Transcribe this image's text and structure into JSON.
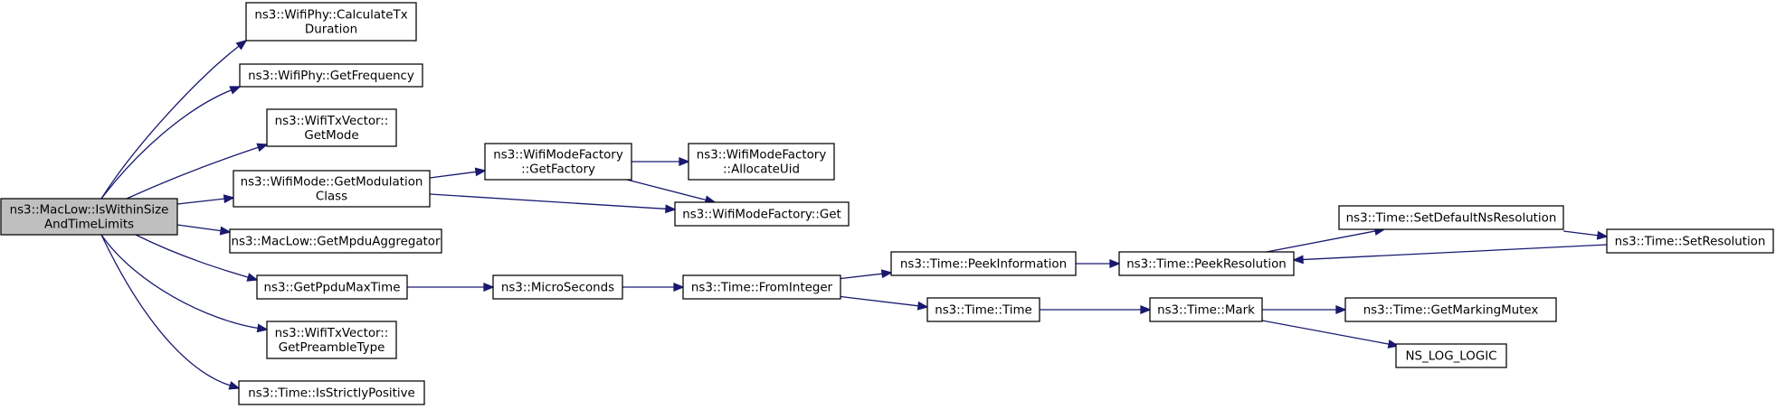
{
  "nodes": {
    "root": [
      "ns3::MacLow::IsWithinSize",
      "AndTimeLimits"
    ],
    "calc_tx": [
      "ns3::WifiPhy::CalculateTx",
      "Duration"
    ],
    "get_freq": [
      "ns3::WifiPhy::GetFrequency"
    ],
    "get_mode": [
      "ns3::WifiTxVector::",
      "GetMode"
    ],
    "get_mod_class": [
      "ns3::WifiMode::GetModulation",
      "Class"
    ],
    "get_mpdu_agg": [
      "ns3::MacLow::GetMpduAggregator"
    ],
    "get_ppdu_max": [
      "ns3::GetPpduMaxTime"
    ],
    "get_preamble": [
      "ns3::WifiTxVector::",
      "GetPreambleType"
    ],
    "strictly_pos": [
      "ns3::Time::IsStrictlyPositive"
    ],
    "get_factory": [
      "ns3::WifiModeFactory",
      "::GetFactory"
    ],
    "allocate_uid": [
      "ns3::WifiModeFactory",
      "::AllocateUid"
    ],
    "factory_get": [
      "ns3::WifiModeFactory::Get"
    ],
    "microseconds": [
      "ns3::MicroSeconds"
    ],
    "from_integer": [
      "ns3::Time::FromInteger"
    ],
    "peek_info": [
      "ns3::Time::PeekInformation"
    ],
    "time_ctor": [
      "ns3::Time::Time"
    ],
    "peek_res": [
      "ns3::Time::PeekResolution"
    ],
    "mark": [
      "ns3::Time::Mark"
    ],
    "set_default_ns": [
      "ns3::Time::SetDefaultNsResolution"
    ],
    "set_resolution": [
      "ns3::Time::SetResolution"
    ],
    "get_marking_mutex": [
      "ns3::Time::GetMarkingMutex"
    ],
    "ns_log_logic": [
      "NS_LOG_LOGIC"
    ]
  },
  "edges": [
    [
      "root",
      "calc_tx"
    ],
    [
      "root",
      "get_freq"
    ],
    [
      "root",
      "get_mode"
    ],
    [
      "root",
      "get_mod_class"
    ],
    [
      "root",
      "get_mpdu_agg"
    ],
    [
      "root",
      "get_ppdu_max"
    ],
    [
      "root",
      "get_preamble"
    ],
    [
      "root",
      "strictly_pos"
    ],
    [
      "get_mod_class",
      "get_factory"
    ],
    [
      "get_mod_class",
      "factory_get"
    ],
    [
      "get_factory",
      "allocate_uid"
    ],
    [
      "get_factory",
      "factory_get"
    ],
    [
      "get_ppdu_max",
      "microseconds"
    ],
    [
      "microseconds",
      "from_integer"
    ],
    [
      "from_integer",
      "peek_info"
    ],
    [
      "from_integer",
      "time_ctor"
    ],
    [
      "peek_info",
      "peek_res"
    ],
    [
      "peek_res",
      "set_default_ns"
    ],
    [
      "set_default_ns",
      "set_resolution"
    ],
    [
      "set_resolution",
      "peek_res"
    ],
    [
      "time_ctor",
      "mark"
    ],
    [
      "mark",
      "get_marking_mutex"
    ],
    [
      "mark",
      "ns_log_logic"
    ]
  ],
  "colors": {
    "edge": "#191970",
    "root_fill": "#bfbfbf",
    "node_fill": "#ffffff",
    "node_stroke": "#000000"
  }
}
